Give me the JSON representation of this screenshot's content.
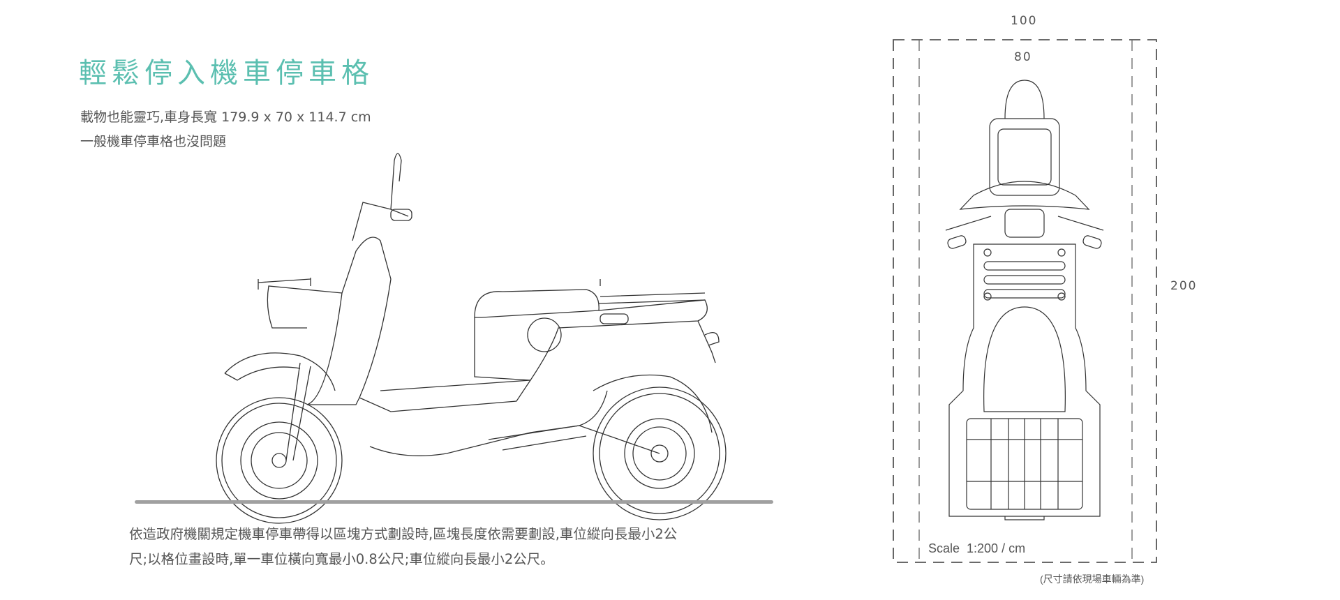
{
  "heading": "輕鬆停入機車停車格",
  "intro": {
    "line1": "載物也能靈巧,車身長寬 179.9 x 70 x 114.7 cm",
    "line2": "一般機車停車格也沒問題"
  },
  "regulation": {
    "line1": "依造政府機關規定機車停車帶得以區塊方式劃設時,區塊長度依需要劃設,車位縱向長最小2公",
    "line2": "尺;以格位畫設時,單一車位橫向寬最小0.8公尺;車位縱向長最小2公尺。"
  },
  "diagram": {
    "outer_width_label": "100",
    "inner_width_label": "80",
    "length_label": "200",
    "scale_label": "Scale  1:200 / cm",
    "note": "(尺寸請依現場車輛為準)"
  },
  "colors": {
    "accent": "#5bbfb0",
    "text": "#555555",
    "line": "#333333",
    "ground": "#a0a0a0"
  }
}
